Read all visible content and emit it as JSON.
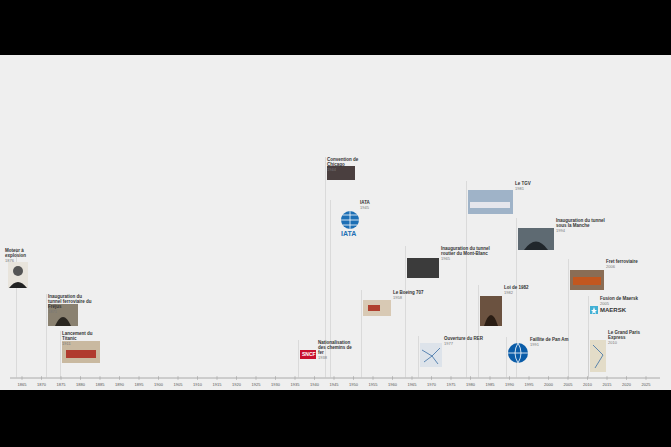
{
  "diagram": {
    "nodes": [
      {
        "text": [
          "Moteur à explosion",
          "1876"
        ]
      },
      {
        "text": [
          "Inauguration du tunnel ferroviaire du Fréjus",
          "1871"
        ]
      },
      {
        "text": [
          "Lancement du Titanic",
          "1911"
        ]
      },
      {
        "text": [
          "Nationalisation des chemins de fer",
          "1938"
        ]
      },
      {
        "text": [
          "Convention de Chicago",
          "1944"
        ]
      },
      {
        "text": [
          "IATA",
          "1945"
        ]
      },
      {
        "text": [
          "Le Boeing 707",
          "1958"
        ]
      },
      {
        "text": [
          "Inauguration du tunnel routier du Mont-Blanc",
          "1965"
        ]
      },
      {
        "text": [
          "Ouverture du RER",
          "1977"
        ]
      },
      {
        "text": [
          "Le TGV",
          "1981"
        ]
      },
      {
        "text": [
          "Loi de 1982",
          "1982"
        ]
      },
      {
        "text": [
          "Faillite de Pan Am",
          "1991"
        ]
      },
      {
        "text": [
          "Inauguration du tunnel sous la Manche",
          "1994"
        ]
      },
      {
        "text": [
          "Fret ferroviaire",
          "2006"
        ]
      },
      {
        "text": [
          "Fusion de Maersk",
          "2005"
        ]
      },
      {
        "text": [
          "Le Grand Paris Express",
          "2010"
        ]
      }
    ],
    "labels": [
      "1865",
      "1870",
      "1875",
      "1880",
      "1885",
      "1890",
      "1895",
      "1900",
      "1905",
      "1910",
      "1915",
      "1920",
      "1925",
      "1930",
      "1935",
      "1940",
      "1945",
      "1950",
      "1955",
      "1960",
      "1965",
      "1970",
      "1975",
      "1980",
      "1985",
      "1990",
      "1995",
      "2000",
      "2005",
      "2010",
      "2015",
      "2020",
      "2025",
      "SNCF",
      "IATA",
      "MAERSK"
    ]
  }
}
